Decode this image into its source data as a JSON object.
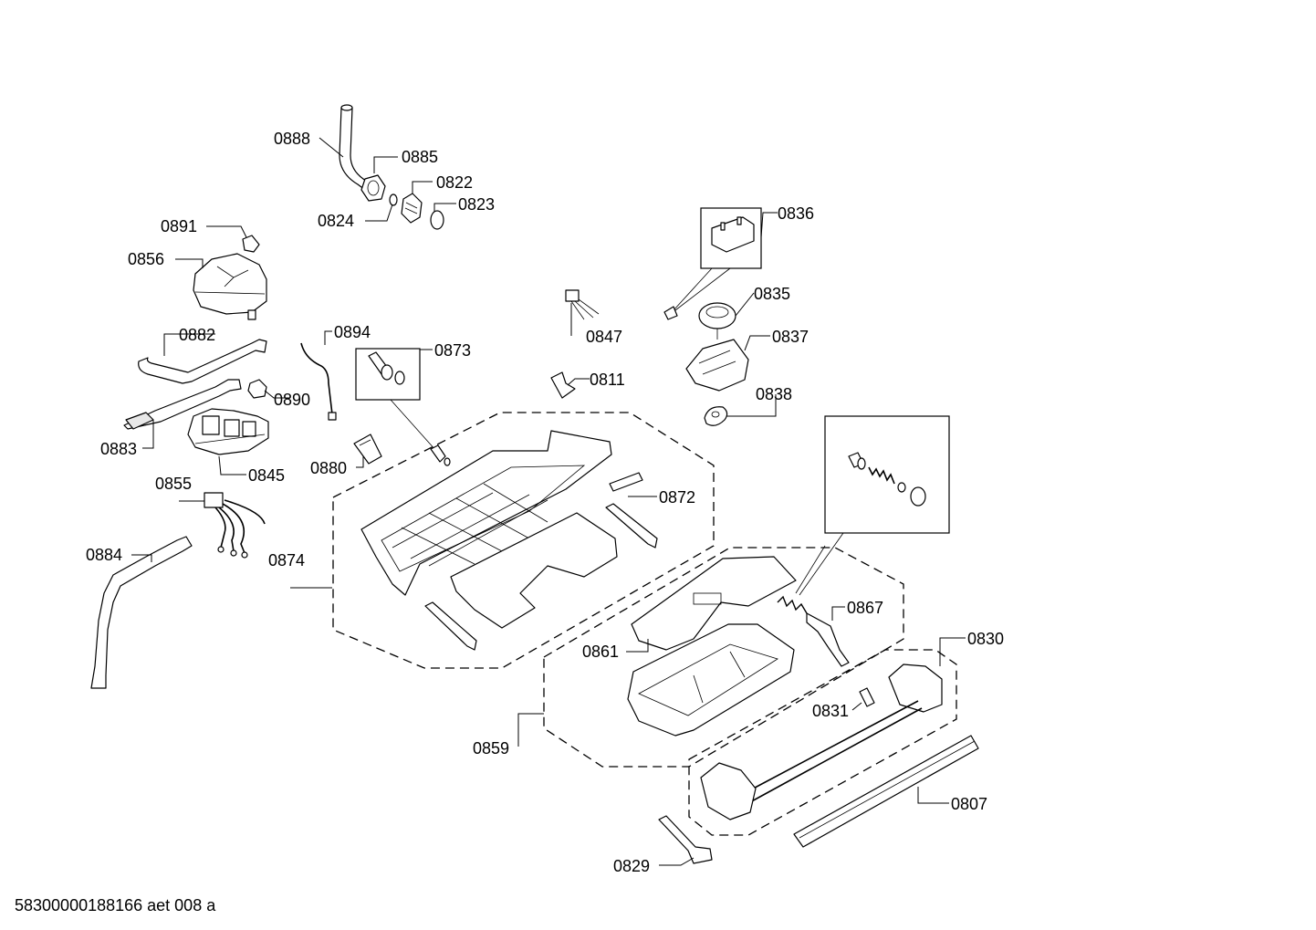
{
  "parts": [
    {
      "id": "p0888",
      "label": "0888"
    },
    {
      "id": "p0885",
      "label": "0885"
    },
    {
      "id": "p0822",
      "label": "0822"
    },
    {
      "id": "p0823",
      "label": "0823"
    },
    {
      "id": "p0824",
      "label": "0824"
    },
    {
      "id": "p0891",
      "label": "0891"
    },
    {
      "id": "p0856",
      "label": "0856"
    },
    {
      "id": "p0882",
      "label": "0882"
    },
    {
      "id": "p0894",
      "label": "0894"
    },
    {
      "id": "p0873",
      "label": "0873"
    },
    {
      "id": "p0890",
      "label": "0890"
    },
    {
      "id": "p0883",
      "label": "0883"
    },
    {
      "id": "p0845",
      "label": "0845"
    },
    {
      "id": "p0880",
      "label": "0880"
    },
    {
      "id": "p0855",
      "label": "0855"
    },
    {
      "id": "p0884",
      "label": "0884"
    },
    {
      "id": "p0874",
      "label": "0874"
    },
    {
      "id": "p0872",
      "label": "0872"
    },
    {
      "id": "p0836",
      "label": "0836"
    },
    {
      "id": "p0835",
      "label": "0835"
    },
    {
      "id": "p0847",
      "label": "0847"
    },
    {
      "id": "p0837",
      "label": "0837"
    },
    {
      "id": "p0811",
      "label": "0811"
    },
    {
      "id": "p0838",
      "label": "0838"
    },
    {
      "id": "p0867",
      "label": "0867"
    },
    {
      "id": "p0861",
      "label": "0861"
    },
    {
      "id": "p0830",
      "label": "0830"
    },
    {
      "id": "p0831",
      "label": "0831"
    },
    {
      "id": "p0859",
      "label": "0859"
    },
    {
      "id": "p0807",
      "label": "0807"
    },
    {
      "id": "p0829",
      "label": "0829"
    }
  ],
  "footer": {
    "document_id": "58300000188166 aet 008 a"
  }
}
